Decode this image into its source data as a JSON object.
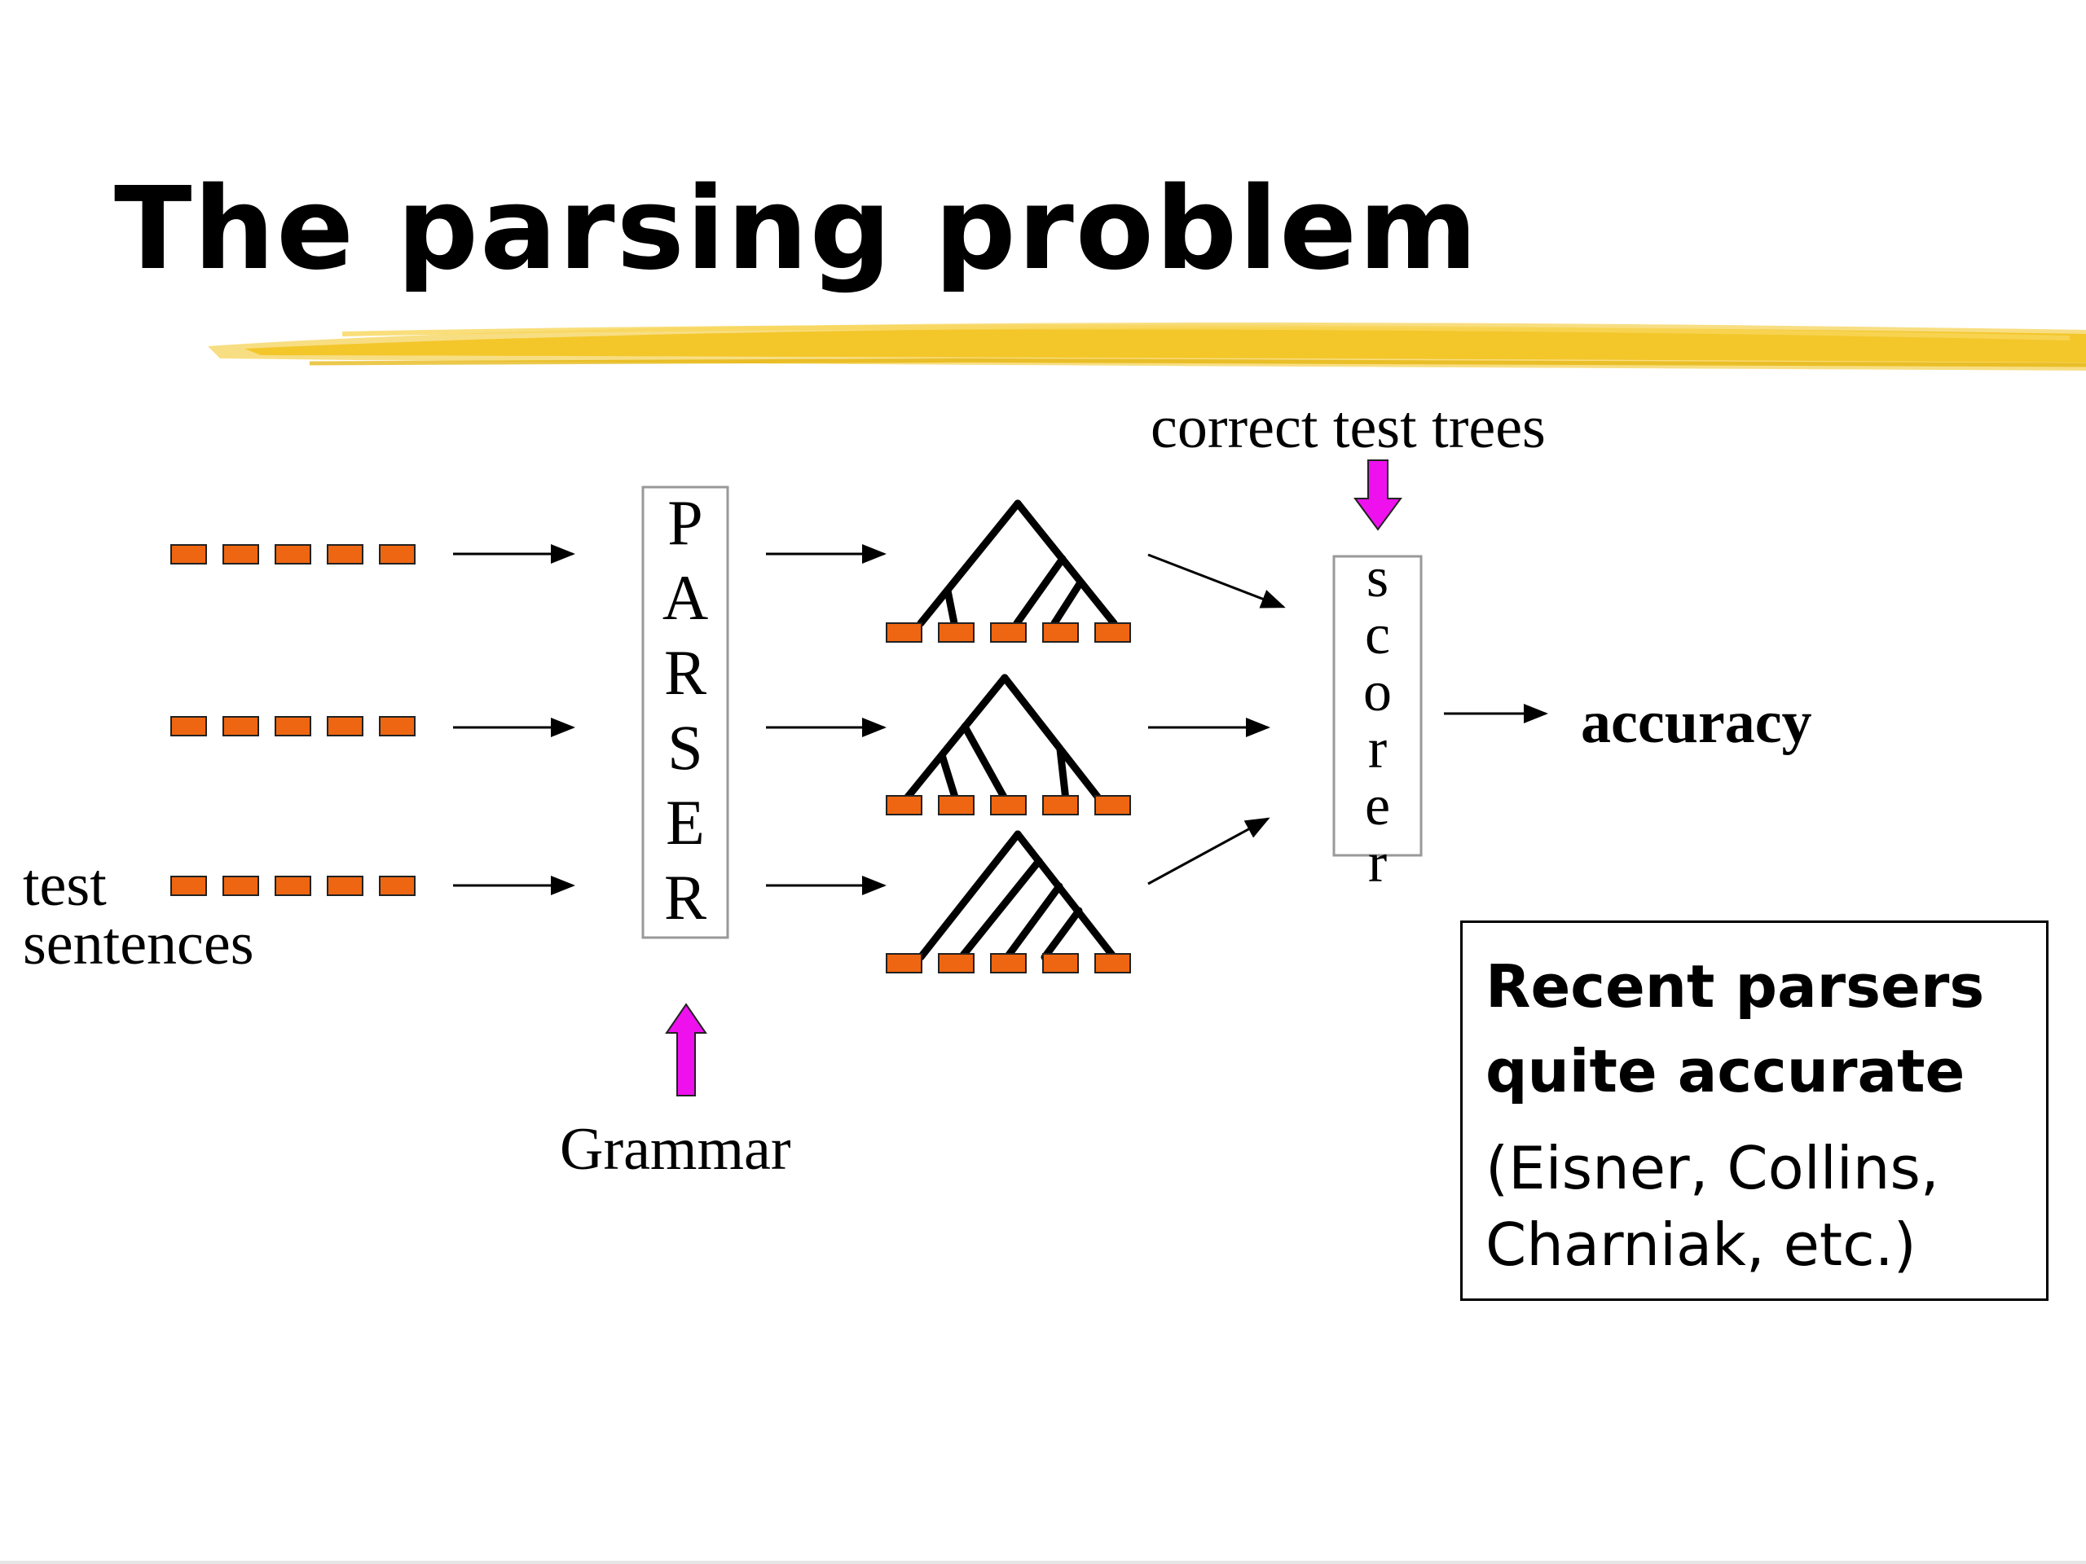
{
  "slide": {
    "title": "The parsing problem"
  },
  "colors": {
    "word_token": "#ee6611",
    "input_arrow": "#ee11ee",
    "highlight_stroke": "#f2c21b",
    "line": "#000000"
  },
  "labels": {
    "correct_trees": "correct test trees",
    "accuracy": "accuracy",
    "test": "test",
    "sentences": "sentences",
    "grammar": "Grammar"
  },
  "parser": {
    "letters": [
      "P",
      "A",
      "R",
      "S",
      "E",
      "R"
    ]
  },
  "scorer": {
    "letters": [
      "s",
      "c",
      "o",
      "r",
      "e",
      "r"
    ]
  },
  "note": {
    "heading": "Recent parsers\nquite accurate",
    "body": "(Eisner, Collins,\nCharniak, etc.)"
  },
  "diagram": {
    "sentence_count": 3,
    "words_per_sentence": 5
  },
  "icons": [
    "pink-up-arrow-icon",
    "pink-down-arrow-icon",
    "arrow-icon",
    "parse-tree-icon",
    "word-token-icon"
  ]
}
